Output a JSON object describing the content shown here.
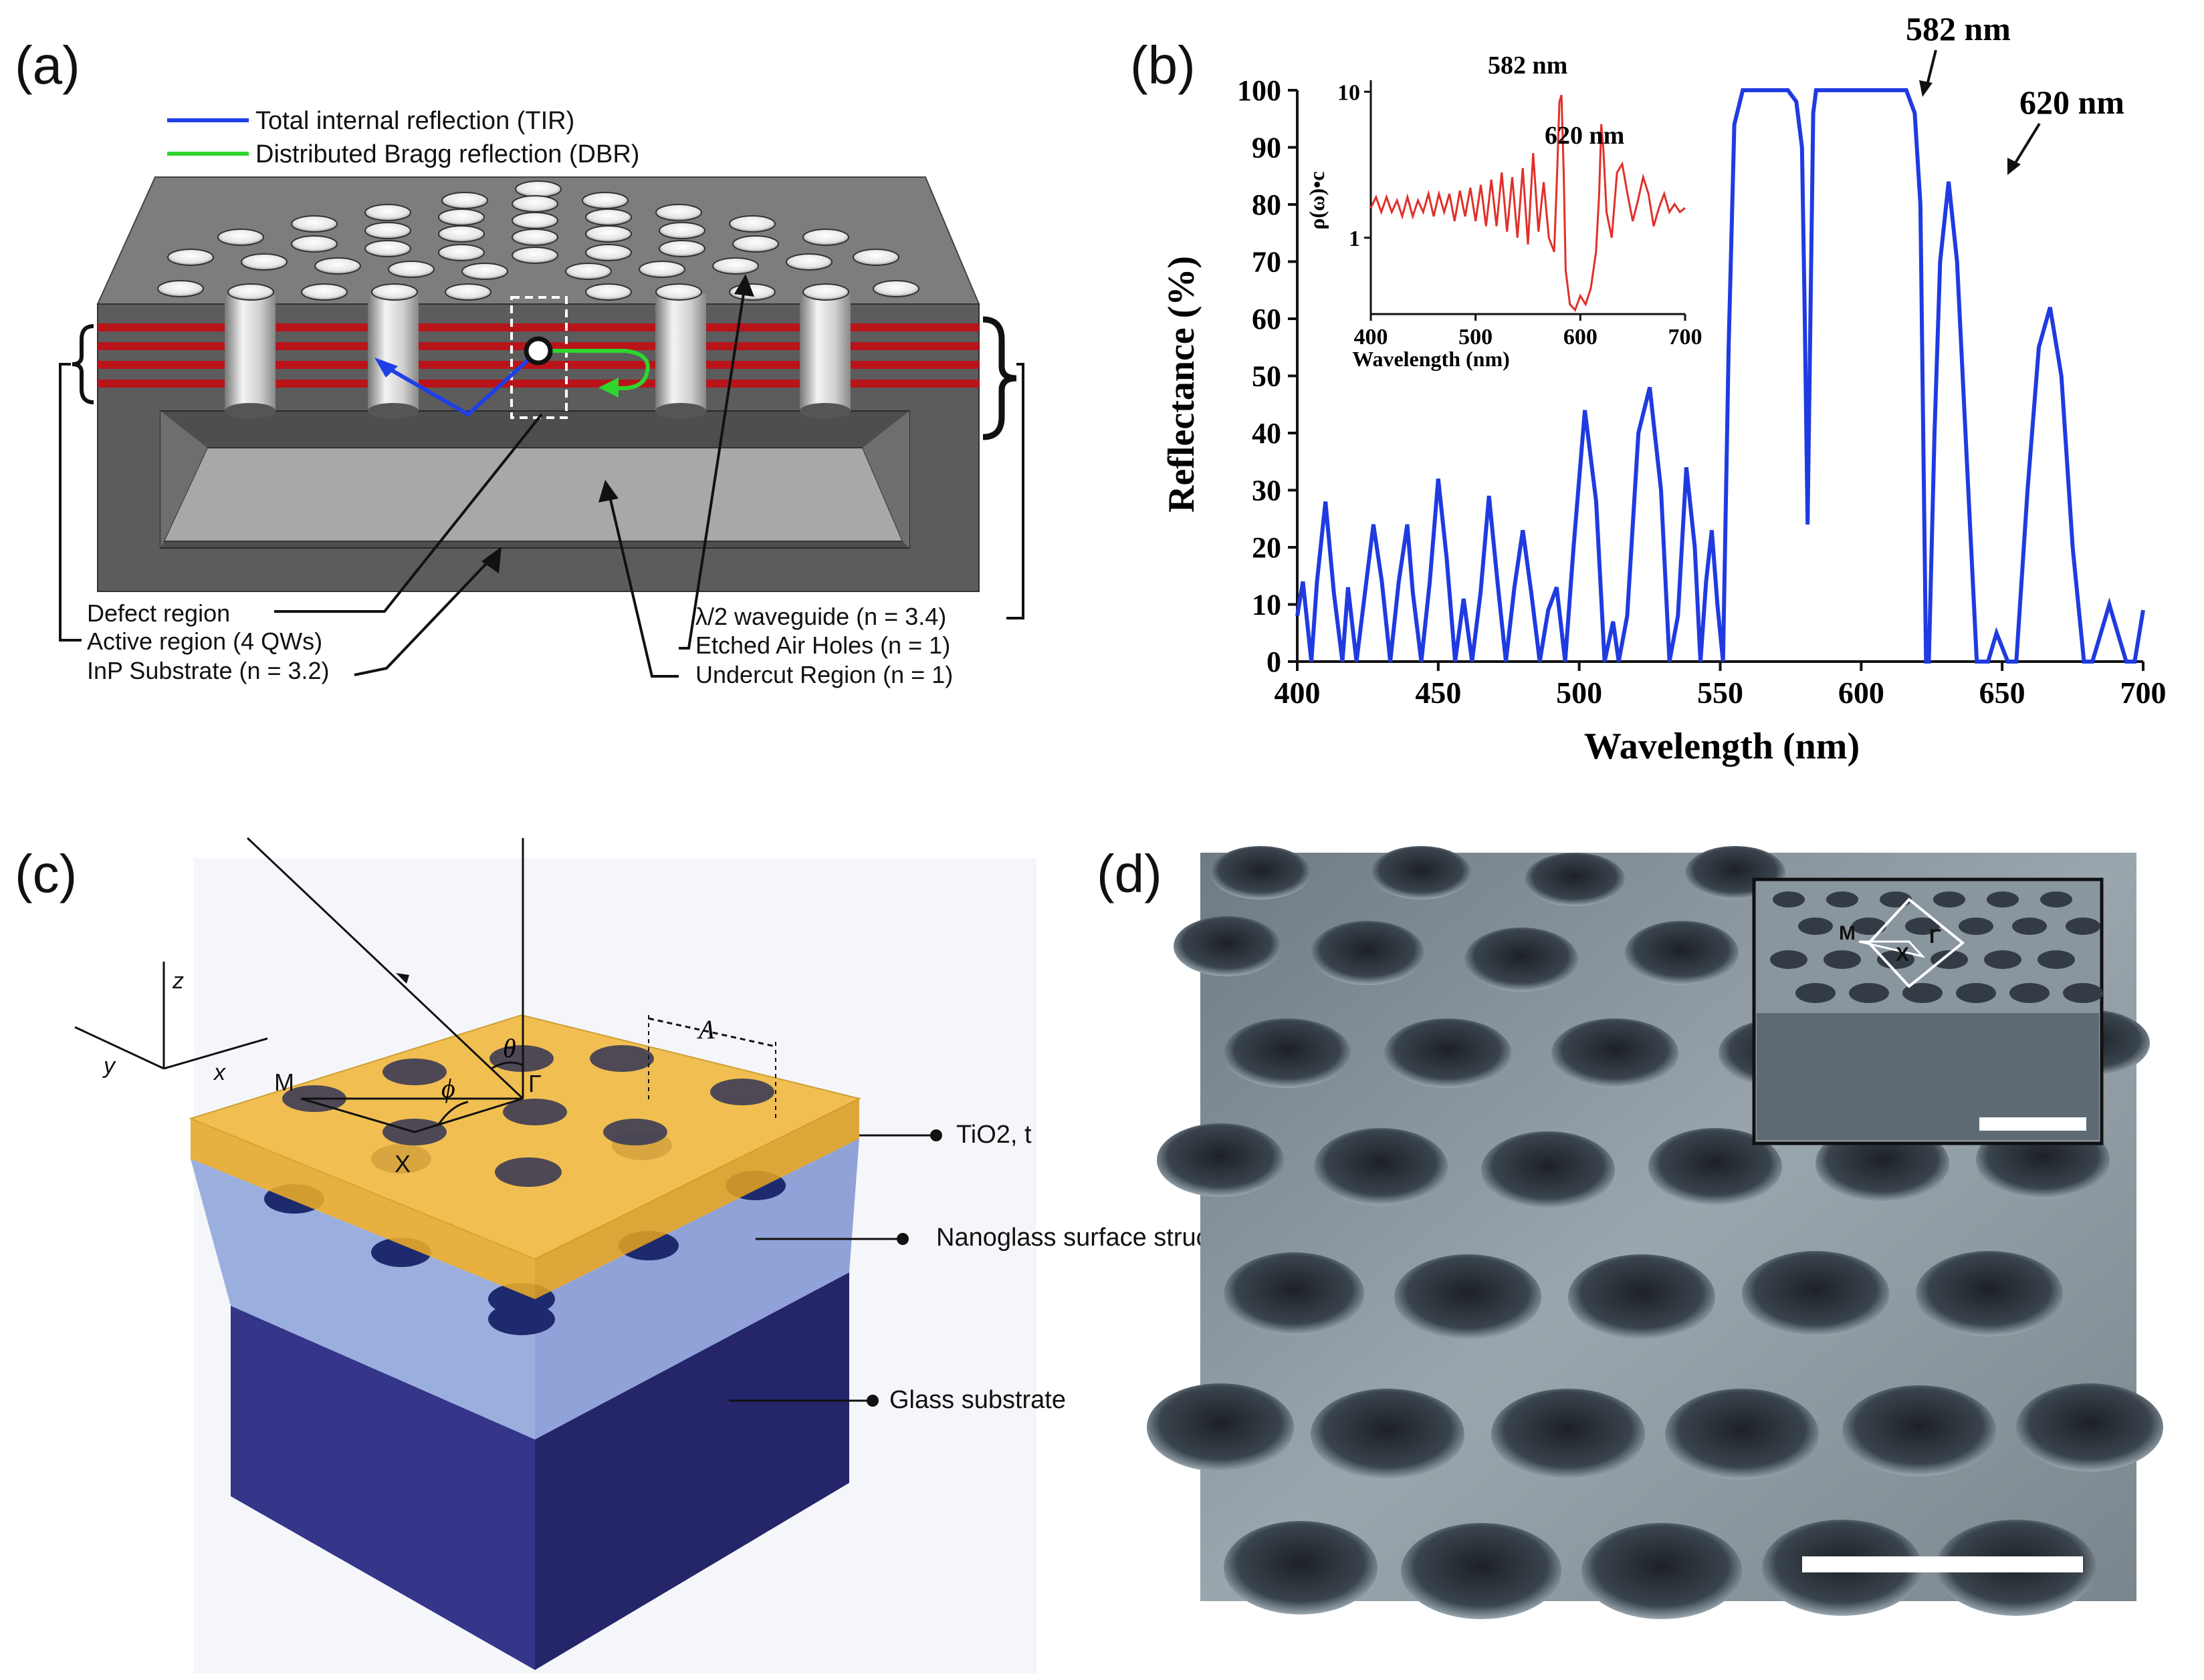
{
  "panels": {
    "a": {
      "label": "(a)",
      "legend": [
        "Total internal reflection (TIR)",
        "Distributed Bragg reflection (DBR)"
      ],
      "legend_colors": [
        "#1f3fe6",
        "#2ed62e"
      ],
      "annotations_left": [
        "Defect region",
        "Active region (4 QWs)",
        "InP Substrate (n = 3.2)"
      ],
      "annotations_right": [
        "λ/2 waveguide (n = 3.4)",
        "Etched Air Holes (n = 1)",
        "Undercut Region (n = 1)"
      ]
    },
    "b": {
      "label": "(b)",
      "peak_labels": [
        "582 nm",
        "620 nm"
      ],
      "inset": {
        "ylabel": "ρ(ω)•c",
        "xlabel": "Wavelength (nm)",
        "yticks": [
          "10",
          "1"
        ],
        "xticks": [
          "400",
          "500",
          "600",
          "700"
        ],
        "peak_labels": [
          "582 nm",
          "620 nm"
        ]
      }
    },
    "c": {
      "label": "(c)",
      "axes": [
        "z",
        "y",
        "x"
      ],
      "angles": [
        "θ",
        "ϕ"
      ],
      "period": "Λ",
      "points": [
        "M",
        "X",
        "Γ"
      ],
      "layers": [
        "TiO2, t",
        "Nanoglass surface structure",
        "Glass substrate"
      ]
    },
    "d": {
      "label": "(d)",
      "inset_points": [
        "M",
        "X",
        "Γ"
      ]
    }
  },
  "chart_data": {
    "type": "line",
    "xlabel": "Wavelength (nm)",
    "ylabel": "Reflectance (%)",
    "xlim": [
      400,
      700
    ],
    "ylim": [
      0,
      100
    ],
    "xticks": [
      400,
      450,
      500,
      550,
      600,
      650,
      700
    ],
    "yticks": [
      0,
      10,
      20,
      30,
      40,
      50,
      60,
      70,
      80,
      90,
      100
    ],
    "series": [
      {
        "color": "#1f3be0",
        "x": [
          400,
          402,
          405,
          407,
          410,
          413,
          416,
          418,
          421,
          424,
          427,
          430,
          433,
          436,
          439,
          441,
          444,
          447,
          450,
          453,
          456,
          459,
          462,
          465,
          468,
          471,
          474,
          477,
          480,
          483,
          486,
          489,
          492,
          495,
          498,
          502,
          506,
          509,
          512,
          514,
          517,
          521,
          525,
          529,
          532,
          535,
          538,
          541,
          543,
          545,
          547,
          549,
          551,
          553,
          555,
          558,
          561,
          566,
          570,
          574,
          577,
          579,
          580,
          581,
          582,
          583,
          584,
          586,
          590,
          600,
          610,
          616,
          619,
          621,
          622,
          623,
          624,
          626,
          628,
          631,
          634,
          637,
          641,
          645,
          648,
          652,
          655,
          659,
          663,
          667,
          671,
          675,
          679,
          682,
          685,
          688,
          691,
          694,
          697,
          699,
          700
        ],
        "y": [
          8,
          14,
          0,
          14,
          28,
          12,
          0,
          13,
          0,
          12,
          24,
          14,
          0,
          14,
          24,
          12,
          0,
          14,
          32,
          18,
          0,
          11,
          0,
          12,
          29,
          14,
          0,
          13,
          23,
          12,
          0,
          9,
          13,
          0,
          20,
          44,
          28,
          0,
          7,
          0,
          8,
          40,
          48,
          30,
          0,
          8,
          34,
          20,
          0,
          14,
          23,
          10,
          0,
          55,
          94,
          100,
          100,
          100,
          100,
          100,
          98,
          90,
          60,
          24,
          60,
          96,
          100,
          100,
          100,
          100,
          100,
          100,
          96,
          80,
          40,
          0,
          0,
          40,
          70,
          84,
          70,
          40,
          0,
          0,
          5,
          0,
          0,
          30,
          55,
          62,
          50,
          20,
          0,
          0,
          5,
          10,
          5,
          0,
          0,
          6,
          9
        ]
      }
    ]
  },
  "inset_chart_data": {
    "type": "line",
    "xlabel": "Wavelength (nm)",
    "ylabel": "ρ(ω)•c",
    "xlim": [
      400,
      700
    ],
    "scale_y": "log",
    "ylim": [
      0.3,
      12
    ],
    "xticks": [
      400,
      500,
      600,
      700
    ],
    "yticks": [
      1,
      10
    ],
    "series": [
      {
        "color": "#e0302a",
        "x": [
          400,
          405,
          410,
          415,
          420,
          425,
          430,
          435,
          440,
          445,
          450,
          455,
          460,
          465,
          470,
          475,
          480,
          485,
          490,
          495,
          500,
          505,
          510,
          515,
          520,
          525,
          530,
          535,
          540,
          545,
          550,
          555,
          560,
          565,
          570,
          575,
          578,
          580,
          582,
          584,
          586,
          590,
          595,
          600,
          605,
          610,
          615,
          618,
          620,
          622,
          625,
          630,
          635,
          640,
          645,
          650,
          655,
          660,
          665,
          670,
          675,
          680,
          685,
          690,
          695,
          700
        ],
        "y": [
          1.6,
          1.9,
          1.5,
          1.9,
          1.5,
          1.8,
          1.4,
          1.9,
          1.4,
          1.8,
          1.5,
          2.0,
          1.4,
          2.0,
          1.5,
          2.0,
          1.3,
          2.1,
          1.4,
          2.2,
          1.3,
          2.3,
          1.2,
          2.5,
          1.2,
          2.8,
          1.1,
          2.6,
          1.0,
          3.0,
          0.9,
          3.8,
          1.1,
          2.4,
          1.0,
          0.8,
          3.0,
          8.5,
          9.5,
          3.0,
          0.6,
          0.35,
          0.32,
          0.4,
          0.35,
          0.45,
          0.8,
          2.0,
          6.0,
          4.0,
          1.5,
          1.0,
          2.8,
          3.2,
          2.0,
          1.3,
          1.8,
          2.6,
          2.0,
          1.2,
          1.6,
          2.0,
          1.5,
          1.7,
          1.5,
          1.6
        ]
      }
    ]
  }
}
